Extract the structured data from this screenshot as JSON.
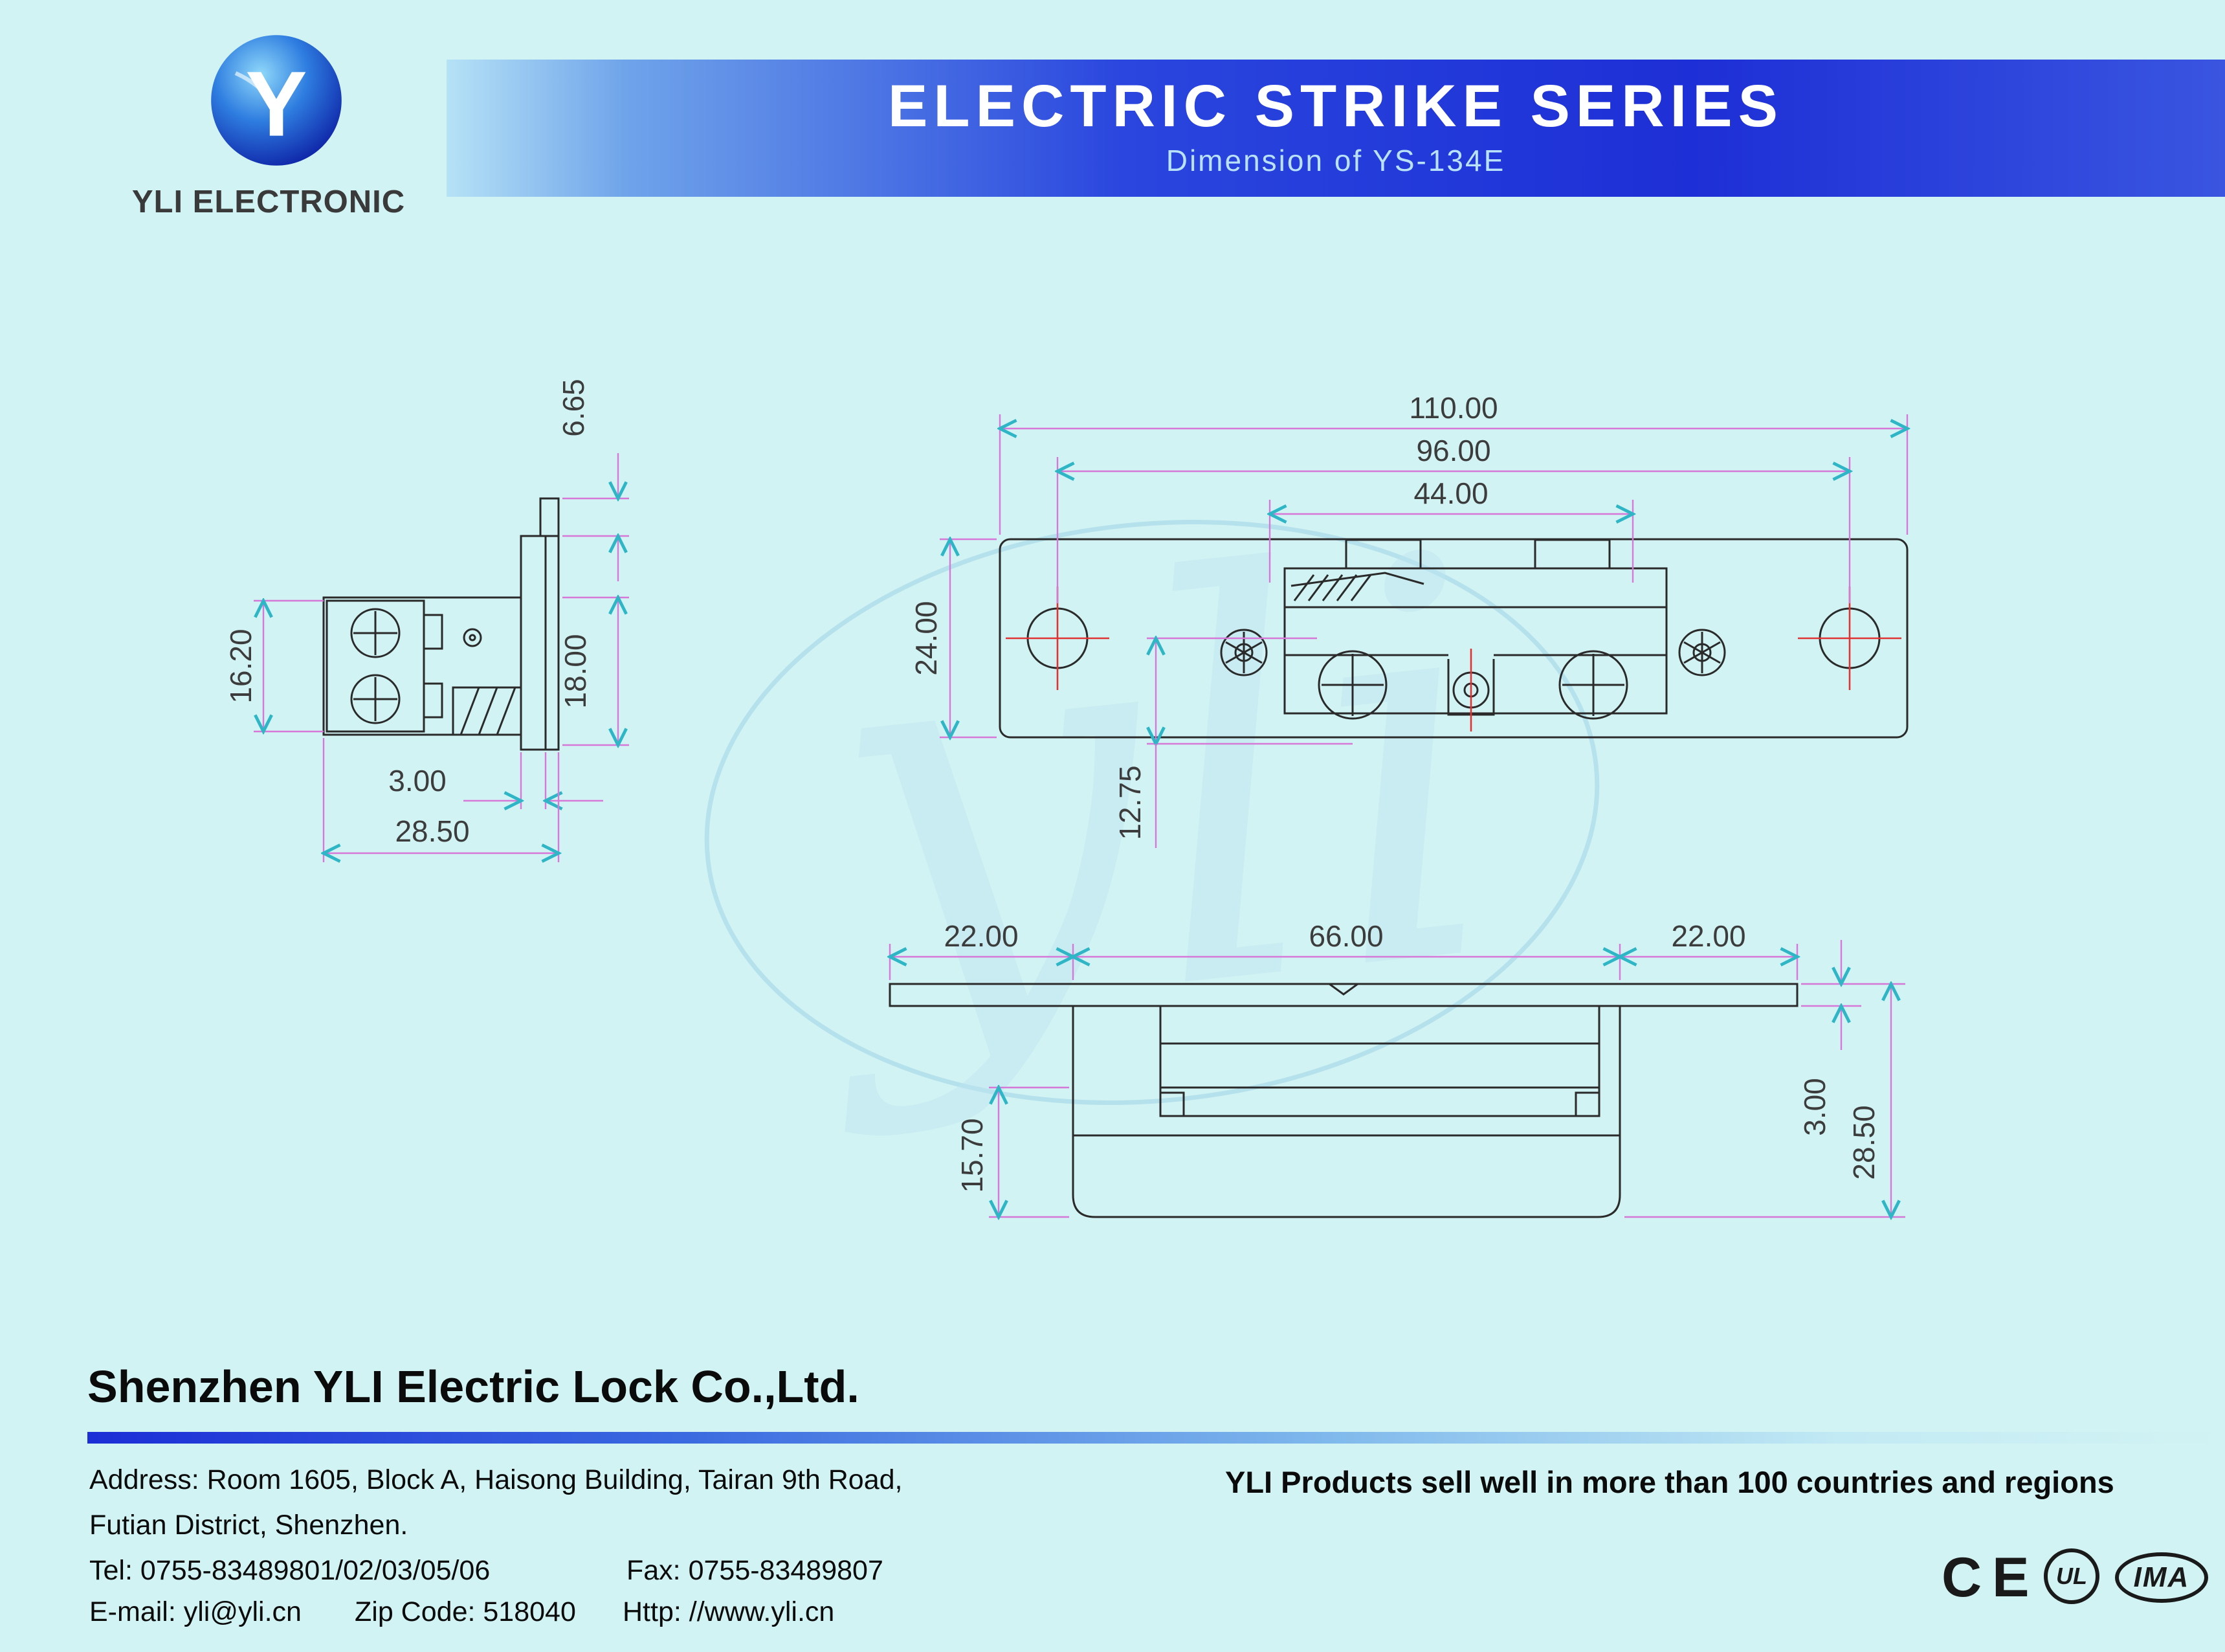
{
  "brand": {
    "logo_letter": "Y",
    "name": "YLI ELECTRONIC"
  },
  "header": {
    "title": "ELECTRIC STRIKE SERIES",
    "subtitle": "Dimension of YS-134E"
  },
  "watermark": "yli",
  "views": {
    "side": {
      "d_lip": "6.65",
      "d_block": "16.20",
      "d_body": "18.00",
      "d_plate": "3.00",
      "d_depth": "28.50"
    },
    "front": {
      "d_width": "110.00",
      "d_holes": "96.00",
      "d_keeper": "44.00",
      "d_height": "24.00",
      "d_center": "12.75"
    },
    "top": {
      "d_left": "22.00",
      "d_mid": "66.00",
      "d_right": "22.00",
      "d_body": "15.70",
      "d_plate": "3.00",
      "d_total": "28.50"
    }
  },
  "footer": {
    "company": "Shenzhen YLI Electric Lock Co.,Ltd.",
    "address1": "Address: Room 1605, Block A, Haisong Building, Tairan 9th Road,",
    "address2": "Futian District, Shenzhen.",
    "tel": "Tel: 0755-83489801/02/03/05/06",
    "fax": "Fax: 0755-83489807",
    "email": "E-mail: yli@yli.cn",
    "zip": "Zip Code: 518040",
    "web": "Http: //www.yli.cn",
    "tagline": "YLI Products sell well in more than 100 countries and regions",
    "certs": {
      "ce": "CE",
      "ul": "UL",
      "ima": "IMA"
    }
  },
  "colors": {
    "accent_blue": "#2033d8",
    "dim_line": "#d678d8",
    "arrow": "#2fb6c6",
    "red_mark": "#e03434",
    "background": "#d2f3f3"
  }
}
